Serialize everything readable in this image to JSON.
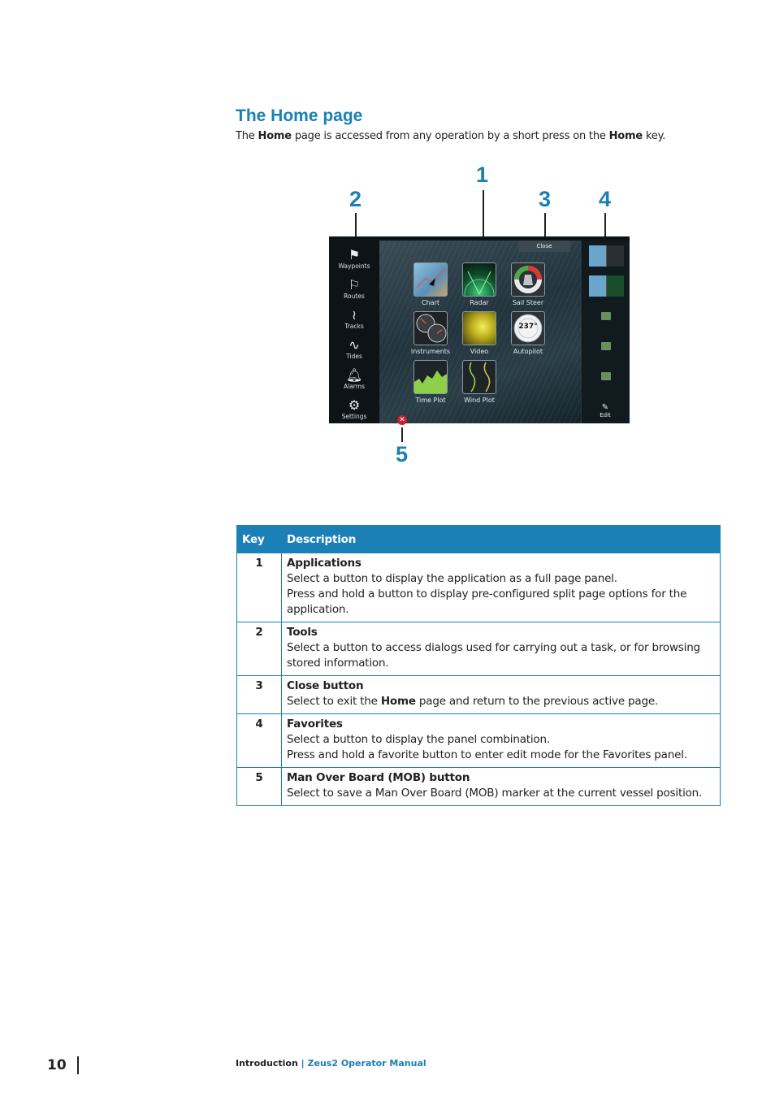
{
  "heading": "The Home page",
  "intro": {
    "pre": "The ",
    "bold1": "Home",
    "mid": " page is accessed from any operation by a short press on the ",
    "bold2": "Home",
    "post": " key."
  },
  "figure": {
    "callouts": [
      "1",
      "2",
      "3",
      "4",
      "5"
    ],
    "close_label": "Close",
    "edit_label": "Edit",
    "tools": [
      {
        "label": "Waypoints",
        "icon": "flag-icon"
      },
      {
        "label": "Routes",
        "icon": "route-icon"
      },
      {
        "label": "Tracks",
        "icon": "track-icon"
      },
      {
        "label": "Tides",
        "icon": "wave-icon"
      },
      {
        "label": "Alarms",
        "icon": "bell-icon"
      },
      {
        "label": "Settings",
        "icon": "gear-icon"
      }
    ],
    "apps": [
      {
        "label": "Chart"
      },
      {
        "label": "Radar"
      },
      {
        "label": "Sail Steer"
      },
      {
        "label": "Instruments"
      },
      {
        "label": "Video"
      },
      {
        "label": "Autopilot",
        "readout": "237°"
      },
      {
        "label": "Time Plot"
      },
      {
        "label": "Wind Plot"
      }
    ]
  },
  "table": {
    "headers": [
      "Key",
      "Description"
    ],
    "rows": [
      {
        "key": "1",
        "term": "Applications",
        "lines": [
          "Select a button to display the application as a full page panel.",
          "Press and hold a button to display pre-configured split page options for the application."
        ]
      },
      {
        "key": "2",
        "term": "Tools",
        "lines": [
          "Select a button to access dialogs used for carrying out a task, or for browsing stored information."
        ]
      },
      {
        "key": "3",
        "term": "Close button",
        "line_pre": "Select to exit the ",
        "line_bold": "Home",
        "line_post": " page and return to the previous active page."
      },
      {
        "key": "4",
        "term": "Favorites",
        "lines": [
          "Select a button to display the panel combination.",
          "Press and hold a favorite button to enter edit mode for the Favorites panel."
        ]
      },
      {
        "key": "5",
        "term": "Man Over Board (MOB) button",
        "lines": [
          "Select to save a Man Over Board (MOB) marker at the current vessel position."
        ]
      }
    ]
  },
  "footer": {
    "page_number": "10",
    "section": "Introduction",
    "separator": "|",
    "manual": "Zeus2 Operator Manual"
  },
  "colors": {
    "accent": "#1a80b6"
  }
}
